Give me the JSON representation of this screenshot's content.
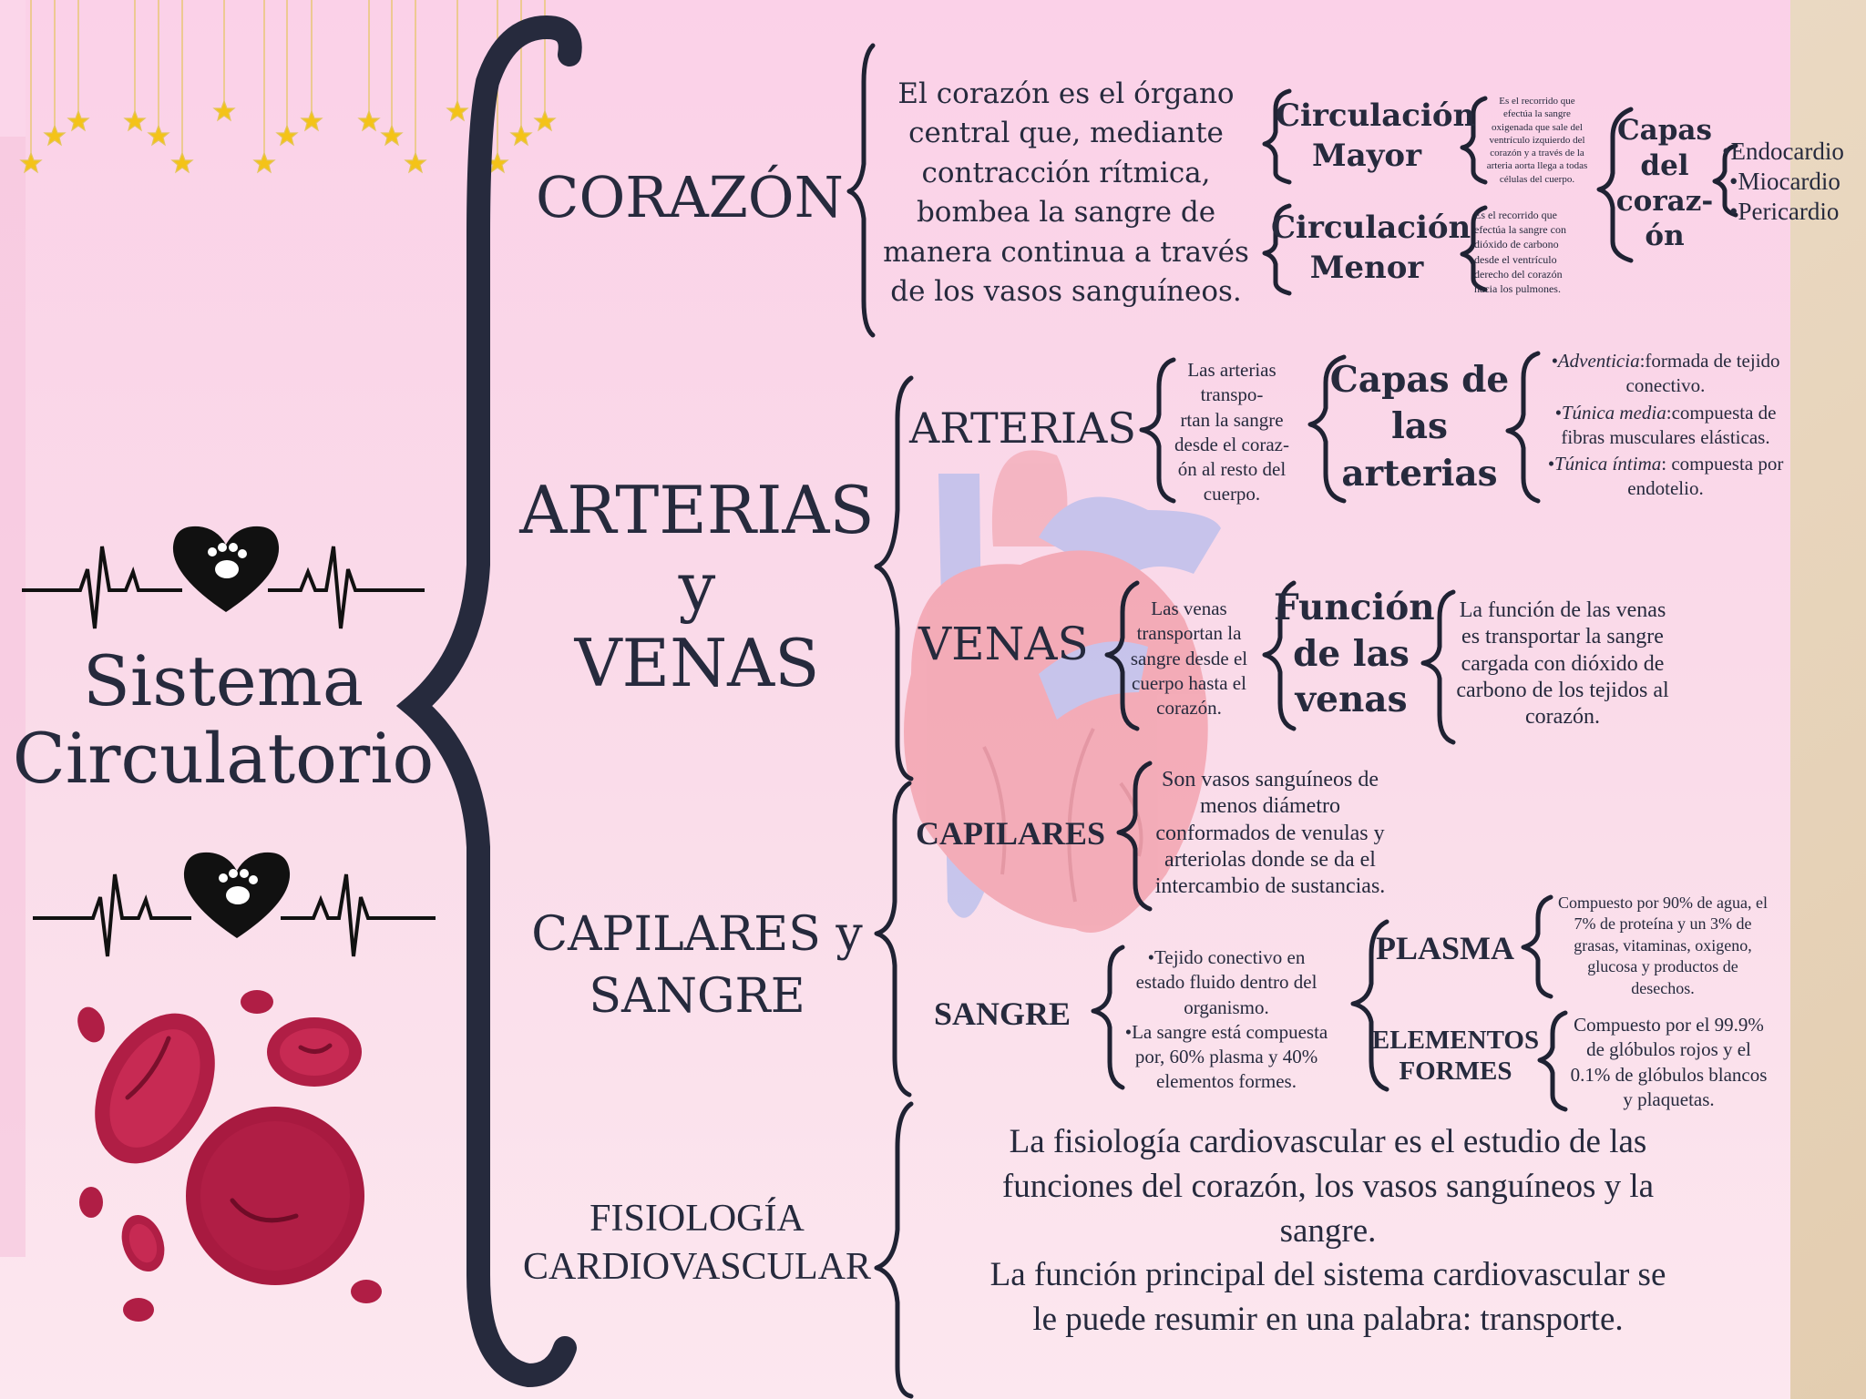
{
  "colors": {
    "background": "#f9d7ea",
    "dark_navy": "#22253a",
    "heart_red": "#e86d78",
    "vein_blue": "#8fa6ea",
    "blood_cell": "#b01e45",
    "blood_cell_light": "#d8506a",
    "star_gold": "#f4c318",
    "outer_beige": "#e9d7c0"
  },
  "icons": [
    "heartbeat-line-icon",
    "paw-heart-icon",
    "red-blood-cell-icon",
    "star-icon",
    "heart-illustration"
  ],
  "main_title": "Sistema Circulatorio",
  "corazon": {
    "heading": "CORAZÓN",
    "definition": "El corazón es el órgano\ncentral que, mediante\ncontracción rítmica,\nbombea la sangre de\nmanera continua a través\nde los vasos sanguíneos.",
    "circ_mayor_title": "Circulación\nMayor",
    "circ_mayor_desc": "Es el recorrido que\nefectúa la sangre\noxigenada que sale del\nventrículo izquierdo del\ncorazón y a través de la\narteria aorta llega  a todas\ncélulas del cuerpo.",
    "circ_menor_title": "Circulación\nMenor",
    "circ_menor_desc": "Es el recorrido que\nefectúa la sangre con\ndióxido de carbono\ndesde el ventrículo\nderecho del corazón\nhacia los pulmones.",
    "capas_title": "Capas\ndel\ncoraz-\nón",
    "capas_items": [
      "•Endocardio",
      "•Miocardio",
      "•Pericardio"
    ]
  },
  "arterias_venas": {
    "heading": "ARTERIAS\ny\nVENAS",
    "arterias_label": "ARTERIAS",
    "arterias_desc": "Las arterias\ntranspo-\nrtan la sangre\ndesde el coraz-\nón al resto del\ncuerpo.",
    "capas_arterias_title": "Capas de\nlas\narterias",
    "adventicia_term": "•Adventicia",
    "adventicia_desc": ":formada de tejido",
    "adventicia_desc2": "conectivo.",
    "tunica_media_term": "•Túnica media",
    "tunica_media_desc": ":compuesta de",
    "tunica_media_desc2": "fibras musculares elásticas.",
    "tunica_intima_term": "•Túnica íntima",
    "tunica_intima_desc": ": compuesta por",
    "tunica_intima_desc2": "endotelio.",
    "venas_label": "VENAS",
    "venas_desc": "Las venas\ntransportan la\nsangre desde el\ncuerpo hasta el\ncorazón.",
    "funcion_title": "Función\nde las\nvenas",
    "funcion_desc": "La función de las venas\nes transportar la sangre\ncargada con dióxido de\ncarbono de los tejidos al\ncorazón."
  },
  "capilares_sangre": {
    "heading": "CAPILARES y\nSANGRE",
    "capilares_label": "CAPILARES",
    "capilares_desc": "Son vasos sanguíneos de\nmenos diámetro\nconformados de venulas y\narteriolas donde se da el\nintercambio de sustancias.",
    "sangre_label": "SANGRE",
    "sangre_desc": "•Tejido conectivo en\nestado fluido dentro del\norganismo.\n•La sangre está compuesta\npor, 60% plasma y 40%\nelementos formes.",
    "plasma_label": "PLASMA",
    "plasma_desc": "Compuesto por 90% de agua, el\n7% de proteína y un 3% de\ngrasas, vitaminas, oxigeno,\nglucosa y productos de\ndesechos.",
    "elementos_label": "ELEMENTOS\nFORMES",
    "elementos_desc": "Compuesto por el 99.9%\nde glóbulos rojos y el\n0.1% de glóbulos blancos\ny plaquetas."
  },
  "fisiologia": {
    "heading": "FISIOLOGÍA\nCARDIOVASCULAR",
    "desc": "La fisiología cardiovascular es el estudio de las\nfunciones del corazón, los vasos sanguíneos y la\nsangre.\nLa función principal del sistema cardiovascular se\nle puede resumir en una palabra: transporte."
  }
}
